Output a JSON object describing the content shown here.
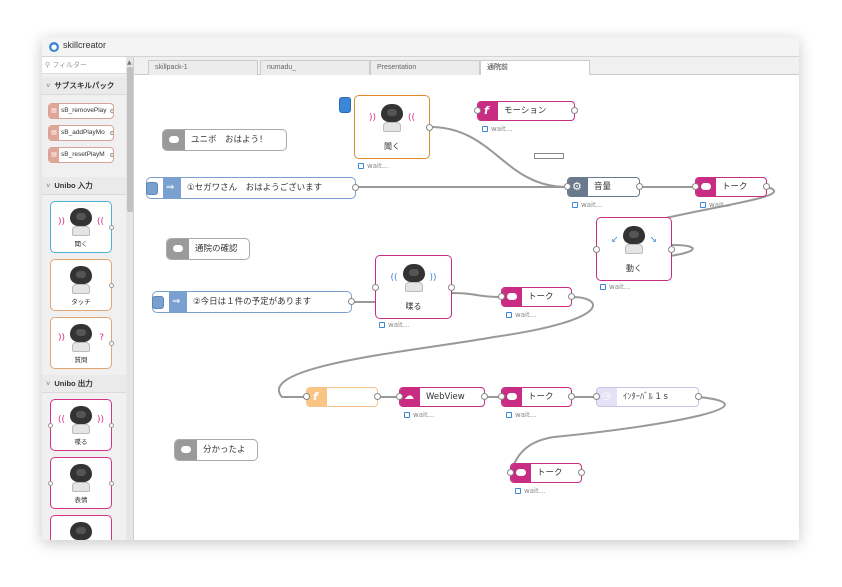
{
  "app": {
    "title": "skillcreator",
    "icon": "app-logo-icon"
  },
  "sidebar": {
    "filter_placeholder": "フィルター",
    "sections": [
      {
        "label": "サブスキルパック",
        "chevron": "˅"
      },
      {
        "label": "Unibo 入力",
        "chevron": "˅"
      },
      {
        "label": "Unibo 出力",
        "chevron": "˅"
      }
    ],
    "subskills": [
      "sB_removePlay",
      "sB_addPlayMo",
      "sB_resetPlayM"
    ],
    "inputs": [
      {
        "label": "聞く",
        "style": "blue"
      },
      {
        "label": "タッチ",
        "style": "orange"
      },
      {
        "label": "質問",
        "style": "orange"
      }
    ],
    "outputs": [
      {
        "label": "喋る",
        "style": "pink"
      },
      {
        "label": "表情",
        "style": "pink"
      },
      {
        "label": "",
        "style": "pink"
      }
    ]
  },
  "tabs": [
    {
      "label": "skillpack-1"
    },
    {
      "label": "numadu_"
    },
    {
      "label": "Presentation"
    },
    {
      "label": "通院前",
      "active": true
    }
  ],
  "flow": {
    "wait": "wait...",
    "comments": [
      "ユニボ　おはよう！",
      "通院の確認",
      "分かったよ"
    ],
    "injects": [
      "①セガワさん　おはようございます",
      "②今日は１件の予定があります"
    ],
    "listen": "聞く",
    "motion": "モーション",
    "volume": "音量",
    "talk": "トーク",
    "move": "動く",
    "speak": "喋る",
    "webview": "WebView",
    "interval": "ｲﾝﾀｰﾊﾞﾙ 1 s"
  },
  "colors": {
    "accent": "#c92d83",
    "blue": "#3b86d6",
    "orange": "#e38b2b"
  }
}
